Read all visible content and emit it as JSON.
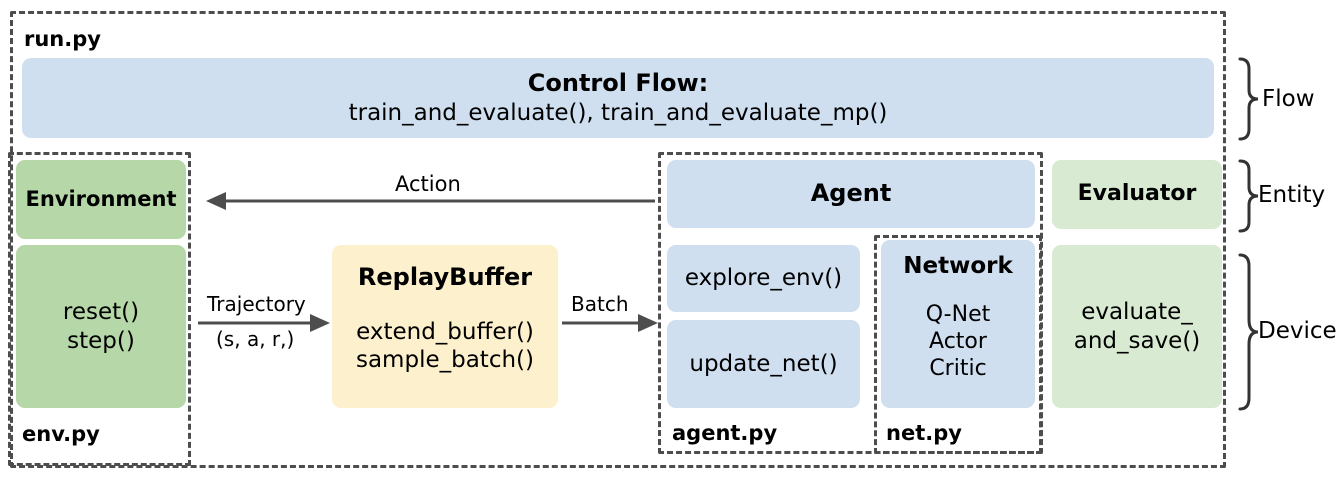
{
  "diagram": {
    "title": "run.py",
    "outer_file_label": "run.py",
    "control_flow": {
      "heading": "Control Flow:",
      "functions": "train_and_evaluate(),  train_and_evaluate_mp()"
    },
    "modules": {
      "env_py": "env.py",
      "agent_py": "agent.py",
      "net_py": "net.py"
    },
    "blocks": {
      "environment": "Environment",
      "env_methods_line1": "reset()",
      "env_methods_line2": "step()",
      "replay_buffer_title": "ReplayBuffer",
      "replay_buffer_line1": "extend_buffer()",
      "replay_buffer_line2": "sample_batch()",
      "agent": "Agent",
      "explore_env": "explore_env()",
      "update_net": "update_net()",
      "network_title": "Network",
      "network_line1": "Q-Net",
      "network_line2": "Actor",
      "network_line3": "Critic",
      "evaluator": "Evaluator",
      "evaluate_and_save_line1": "evaluate_",
      "evaluate_and_save_line2": "and_save()"
    },
    "arrows": {
      "action": "Action",
      "trajectory_line1": "Trajectory",
      "trajectory_line2": "(s, a, r,)",
      "batch": "Batch"
    },
    "braces": {
      "flow": "Flow",
      "entity": "Entity",
      "device": "Device"
    },
    "colors": {
      "blue": "#cfdff0",
      "green_dark": "#b6d7a8",
      "green_light": "#d9ead3",
      "yellow": "#fdf0cd",
      "dash_stroke": "#4d4d4d",
      "arrow_stroke": "#4d4d4d"
    }
  }
}
